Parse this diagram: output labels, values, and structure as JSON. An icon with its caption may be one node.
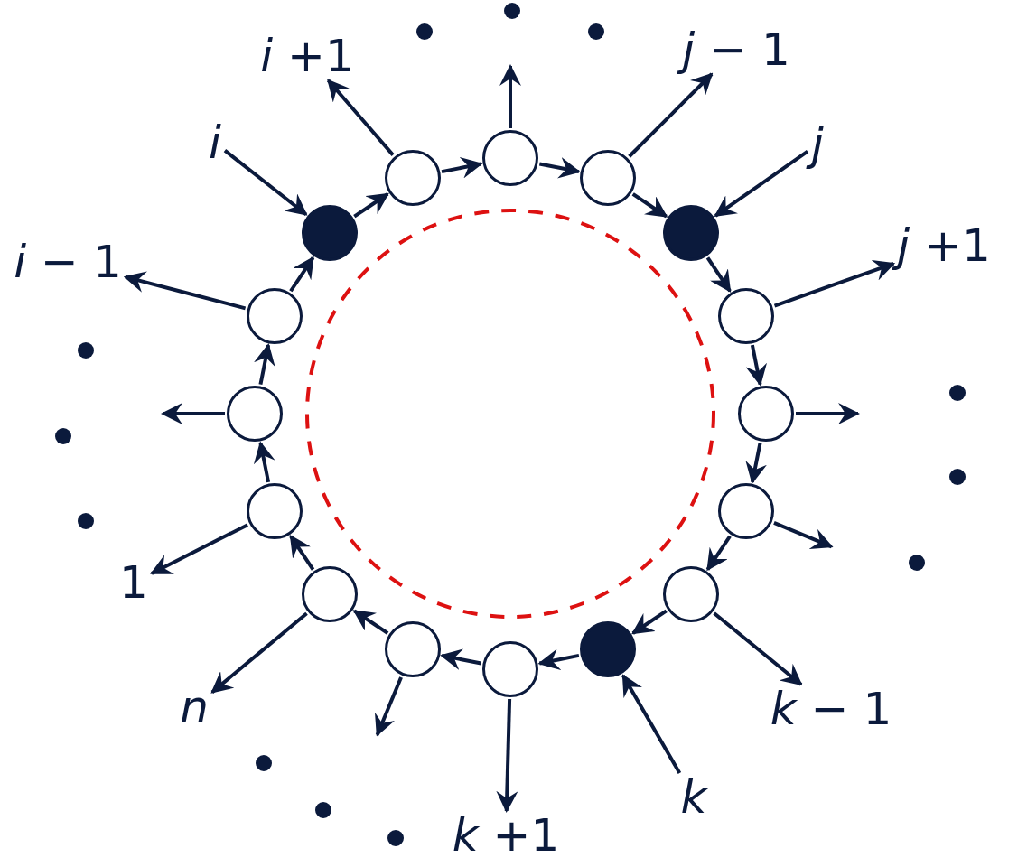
{
  "diagram": {
    "nodes": [
      {
        "text": [],
        "shape": "circle"
      },
      {
        "text": [],
        "shape": "circle"
      },
      {
        "text": [],
        "shape": "circle"
      },
      {
        "text": [],
        "shape": "circle"
      },
      {
        "text": [],
        "shape": "circle"
      },
      {
        "text": [],
        "shape": "circle"
      },
      {
        "text": [],
        "shape": "circle"
      },
      {
        "text": [],
        "shape": "circle"
      },
      {
        "text": [],
        "shape": "circle"
      },
      {
        "text": [],
        "shape": "circle"
      },
      {
        "text": [],
        "shape": "circle"
      },
      {
        "text": [],
        "shape": "circle"
      },
      {
        "text": [],
        "shape": "circle"
      },
      {
        "text": [],
        "shape": "circle"
      },
      {
        "text": [],
        "shape": "circle"
      },
      {
        "text": [],
        "shape": "circle"
      },
      {
        "text": [
          "*i* +1"
        ]
      },
      {
        "text": [
          "*j* − 1"
        ]
      },
      {
        "text": [
          "*i*"
        ]
      },
      {
        "text": [
          "*j*"
        ]
      },
      {
        "text": [
          "*i* − 1"
        ]
      },
      {
        "text": [
          "*j* +1"
        ]
      },
      {
        "text": [
          "1"
        ]
      },
      {
        "text": [
          "*n*"
        ]
      },
      {
        "text": [
          "*k* − 1"
        ]
      },
      {
        "text": [
          "*k*"
        ]
      },
      {
        "text": [
          "*k* +1"
        ]
      }
    ],
    "edges": [
      {
        "from": 0,
        "to": 2,
        "arrow": "to"
      },
      {
        "from": 2,
        "to": 4,
        "arrow": "to"
      },
      {
        "from": 4,
        "to": 6,
        "arrow": "to"
      },
      {
        "from": 6,
        "to": 8,
        "arrow": "to"
      },
      {
        "from": 8,
        "to": 10,
        "arrow": "to"
      },
      {
        "from": 10,
        "to": 12,
        "arrow": "to"
      },
      {
        "from": 12,
        "to": 14,
        "arrow": "to"
      },
      {
        "from": 14,
        "to": 15,
        "arrow": "to"
      },
      {
        "from": 15,
        "to": 13,
        "arrow": "to"
      },
      {
        "from": 13,
        "to": 11,
        "arrow": "to"
      },
      {
        "from": 11,
        "to": 9,
        "arrow": "to"
      },
      {
        "from": 9,
        "to": 7,
        "arrow": "to"
      },
      {
        "from": 7,
        "to": 5,
        "arrow": "to"
      },
      {
        "from": 5,
        "to": 3,
        "arrow": "to"
      },
      {
        "from": 3,
        "to": 1,
        "arrow": "to"
      },
      {
        "from": 1,
        "to": 0,
        "arrow": "to"
      },
      {
        "from": 0,
        "to": null,
        "arrow": "to"
      },
      {
        "from": 2,
        "to": 17,
        "arrow": "to"
      },
      {
        "from": 19,
        "to": 4,
        "arrow": "to"
      },
      {
        "from": 6,
        "to": 21,
        "arrow": "to"
      },
      {
        "from": 8,
        "to": null,
        "arrow": "to"
      },
      {
        "from": 10,
        "to": null,
        "arrow": "to"
      },
      {
        "from": 12,
        "to": 24,
        "arrow": "to"
      },
      {
        "from": 25,
        "to": 14,
        "arrow": "to"
      },
      {
        "from": 15,
        "to": 26,
        "arrow": "to"
      },
      {
        "from": 13,
        "to": null,
        "arrow": "to"
      },
      {
        "from": 11,
        "to": 23,
        "arrow": "to"
      },
      {
        "from": 9,
        "to": 22,
        "arrow": "to"
      },
      {
        "from": 7,
        "to": null,
        "arrow": "to"
      },
      {
        "from": 5,
        "to": 20,
        "arrow": "to"
      },
      {
        "from": 18,
        "to": 3,
        "arrow": "to"
      },
      {
        "from": 1,
        "to": 16,
        "arrow": "to"
      }
    ]
  }
}
